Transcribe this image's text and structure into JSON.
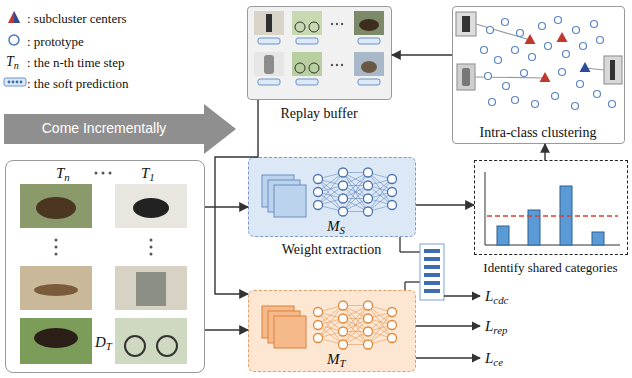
{
  "diagram": {
    "nodes": [
      {
        "text": [
          "Come Incrementally"
        ]
      },
      {
        "text": [
          "Replay buffer"
        ]
      },
      {
        "text": [
          "Intra-class clustering"
        ]
      },
      {
        "text": [
          "Tn",
          "T1",
          "DT"
        ]
      },
      {
        "text": [
          "MS",
          "Weight extraction"
        ]
      },
      {
        "text": [
          "Identify shared categories"
        ]
      },
      {
        "text": [
          "MT"
        ]
      }
    ],
    "edges": [
      {
        "from": 2,
        "to": 1,
        "arrow": "to"
      },
      {
        "from": 5,
        "to": 2,
        "arrow": "to"
      },
      {
        "from": 4,
        "to": 5,
        "arrow": "to"
      },
      {
        "from": 3,
        "to": 4,
        "arrow": "to"
      },
      {
        "from": 3,
        "to": 6,
        "arrow": "to"
      },
      {
        "from": 1,
        "to": 6,
        "arrow": "to"
      }
    ],
    "labels": [
      "Tn",
      "Lcdc",
      "Lrep",
      "Lce"
    ],
    "legend": [
      {
        "text": ": subcluster centers"
      },
      {
        "text": ": prototype"
      },
      {
        "text": ": the n-th time step"
      },
      {
        "text": ": the soft prediction"
      }
    ]
  }
}
